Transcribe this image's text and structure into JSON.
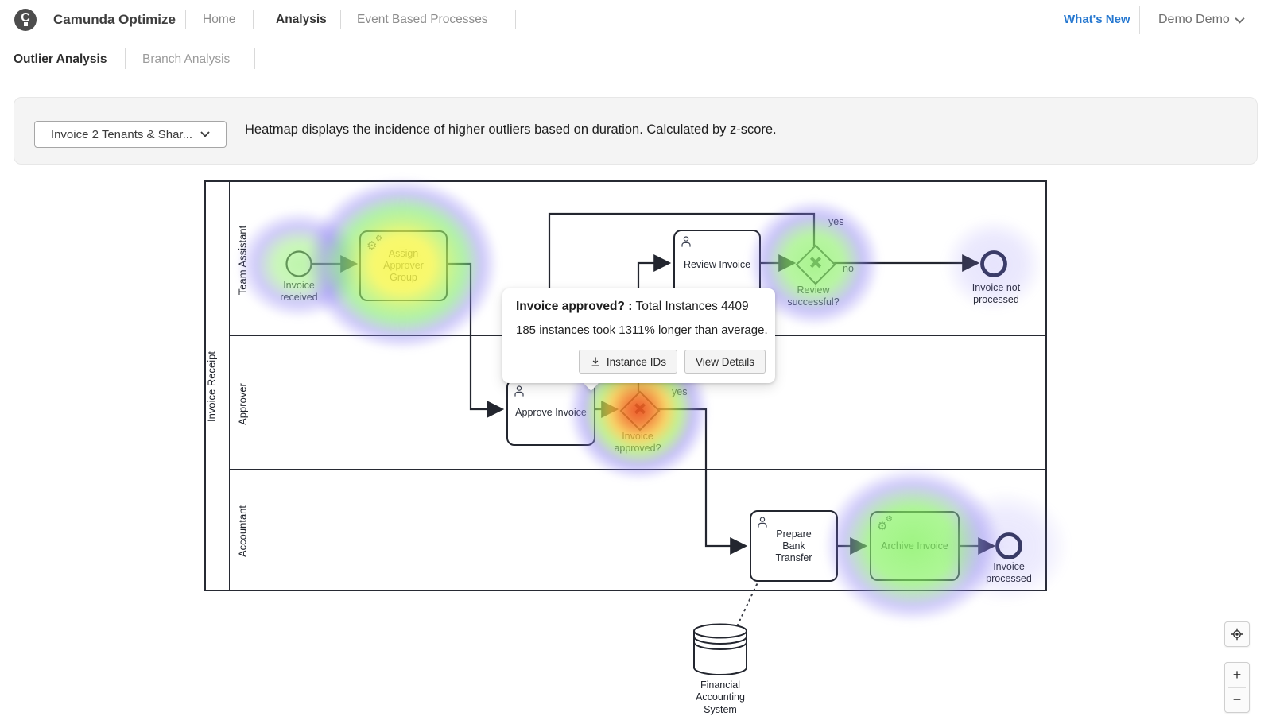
{
  "app": {
    "brand": "Camunda Optimize",
    "logo_letter": "C"
  },
  "header": {
    "nav": [
      {
        "label": "Home",
        "active": false
      },
      {
        "label": "Analysis",
        "active": true
      },
      {
        "label": "Event Based Processes",
        "active": false
      }
    ],
    "whats_new": "What's New",
    "user_menu": "Demo Demo"
  },
  "subnav": {
    "tabs": [
      {
        "label": "Outlier Analysis",
        "active": true
      },
      {
        "label": "Branch Analysis",
        "active": false
      }
    ]
  },
  "controls": {
    "process_select_value": "Invoice 2 Tenants & Shar...",
    "heatmap_description": "Heatmap displays the incidence of higher outliers based on duration. Calculated by z-score."
  },
  "tooltip": {
    "node_name": "Invoice approved? :",
    "total_instances": "Total Instances 4409",
    "body": "185 instances took 1311% longer than average.",
    "download_button": "Instance IDs",
    "details_button": "View Details"
  },
  "diagram": {
    "pool": "Invoice Receipt",
    "lanes": [
      "Team Assistant",
      "Approver",
      "Accountant"
    ],
    "nodes": {
      "start": "Invoice received",
      "assign": "Assign Approver Group",
      "review": "Review Invoice",
      "gw_review": "Review successful?",
      "end_not": "Invoice not processed",
      "approve": "Approve Invoice",
      "gw_approved": "Invoice approved?",
      "prepare": "Prepare Bank Transfer",
      "archive": "Archive Invoice",
      "end_done": "Invoice processed",
      "datastore": "Financial Accounting System"
    },
    "flow_labels": {
      "review_yes": "yes",
      "review_no": "no",
      "approved_yes": "yes"
    },
    "heat_colors": {
      "hot": "#eb4b19",
      "warm": "#f6f646",
      "mild": "#8cf064",
      "cool": "#8780f4"
    }
  },
  "floating_controls": {
    "zoom_in": "+",
    "zoom_out": "−"
  }
}
